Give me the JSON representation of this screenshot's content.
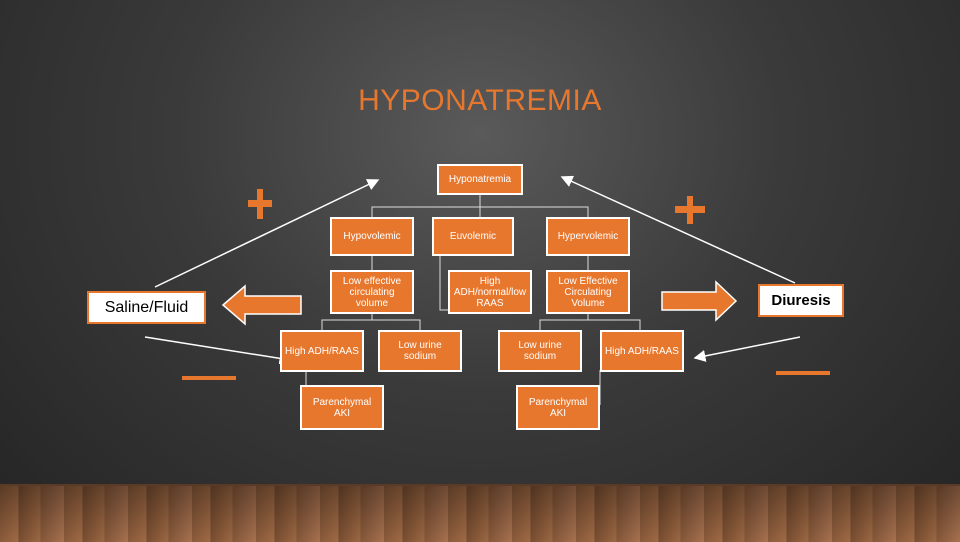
{
  "slide": {
    "title": "HYPONATREMIA",
    "accent_color": "#e8772e"
  },
  "tree": {
    "root": "Hyponatremia",
    "level1": [
      "Hypovolemic",
      "Euvolemic",
      "Hypervolemic"
    ],
    "level2": [
      "Low effective circulating volume",
      "High ADH/normal/low RAAS",
      "Low Effective Circulating Volume"
    ],
    "hypovolemic_children": [
      "High ADH/RAAS",
      "Low urine sodium"
    ],
    "hypovolemic_leaf": "Parenchymal AKI",
    "hypervolemic_children": [
      "Low urine sodium",
      "High ADH/RAAS"
    ],
    "hypervolemic_leaf": "Parenchymal AKI"
  },
  "treatments": {
    "left": "Saline/Fluid",
    "right": "Diuresis"
  },
  "icons": [
    "plus-icon",
    "minus-icon",
    "arrow-left-icon",
    "arrow-right-icon"
  ]
}
